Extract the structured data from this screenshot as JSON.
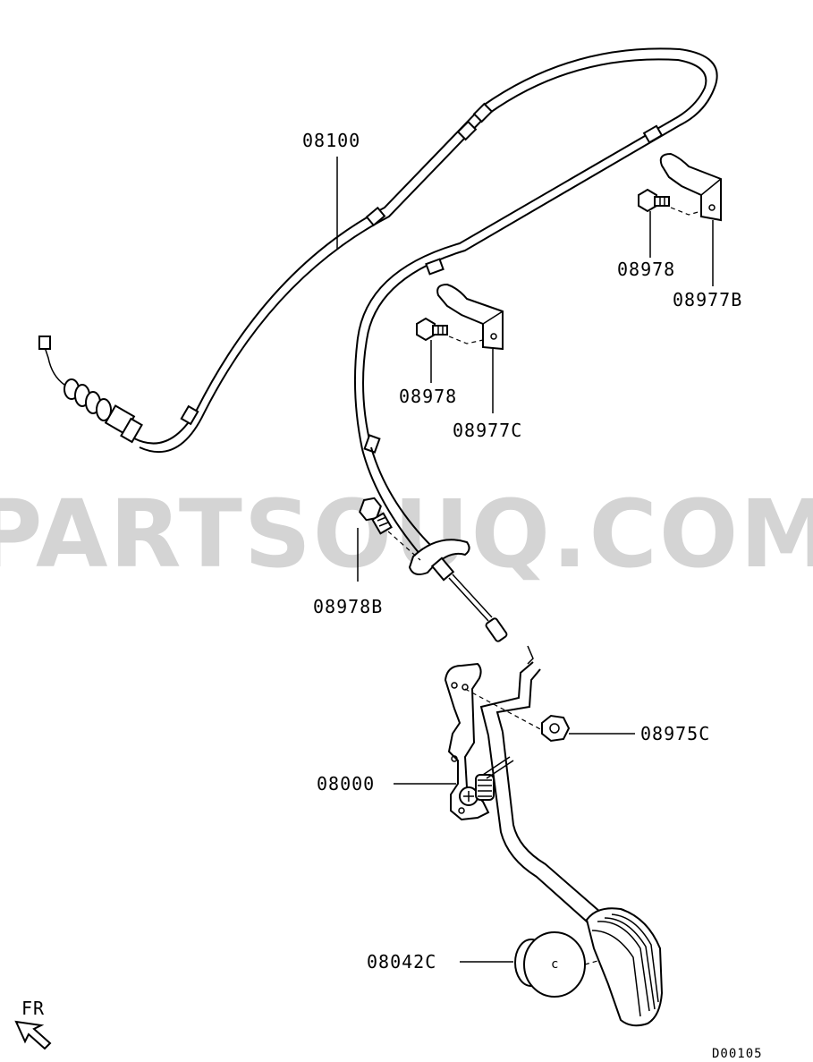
{
  "watermark": "PARTSOUQ.COM",
  "diagram_code": "D00105",
  "direction_label": "FR",
  "labels": {
    "cable": "08100",
    "bolt_upper": "08978",
    "bracket_upper": "08977B",
    "bolt_middle": "08978",
    "bracket_middle": "08977C",
    "bolt_b": "08978B",
    "nut": "08975C",
    "pedal_assembly": "08000",
    "pedal_stopper": "08042C"
  }
}
